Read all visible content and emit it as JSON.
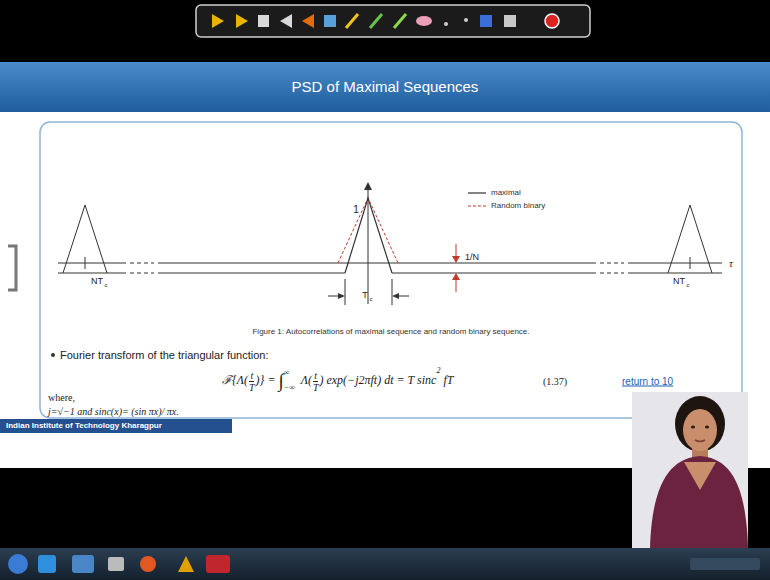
{
  "diagram": {
    "title": "PSD of Maximal Sequences",
    "caption": "Figure 1: Autocorrelations of maximal sequence and random binary sequence.",
    "nodes": [
      {
        "text": [
          "Indian Institute of Technology Kharagpur"
        ]
      }
    ],
    "labels": [
      "1",
      "NT",
      "c",
      "T",
      "c",
      "1/N",
      "NT",
      "c",
      "τ",
      "Fourier transform of the triangular function:",
      "ℱ{Λ(",
      "t",
      "T",
      ")} = ",
      "∫",
      "∞",
      "−∞",
      " Λ(",
      "t",
      "T",
      ") exp(−j2πft) dt = T sinc",
      "2",
      " fT",
      "(1.37)",
      "return to 10",
      "where,",
      "j=√−1 and sinc(x)= (sin πx)/ πx."
    ],
    "legend": [
      {
        "text": "maximal"
      },
      {
        "text": "Random binary"
      }
    ]
  }
}
